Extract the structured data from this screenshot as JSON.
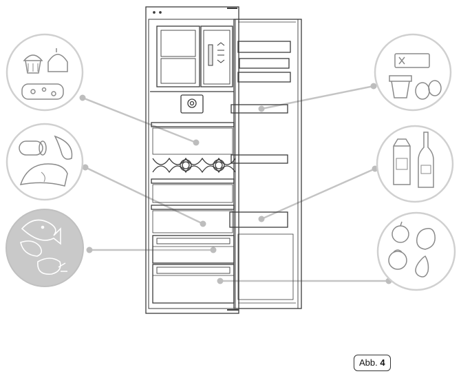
{
  "figure": {
    "caption_prefix": "Abb.",
    "caption_number": "4"
  },
  "colors": {
    "line": "#3a3a3a",
    "circle_outline": "#d0d0d0",
    "connector": "#c4c4c4",
    "highlight_fill": "#c9c9c9"
  },
  "food_groups": [
    {
      "name": "baked-goods-cheese",
      "side": "left",
      "highlighted": false
    },
    {
      "name": "sausage-ham",
      "side": "left",
      "highlighted": false
    },
    {
      "name": "meat-fish",
      "side": "left",
      "highlighted": true
    },
    {
      "name": "dairy",
      "side": "right",
      "highlighted": false
    },
    {
      "name": "drinks",
      "side": "right",
      "highlighted": false
    },
    {
      "name": "fruit-vegetables",
      "side": "right",
      "highlighted": false
    }
  ]
}
